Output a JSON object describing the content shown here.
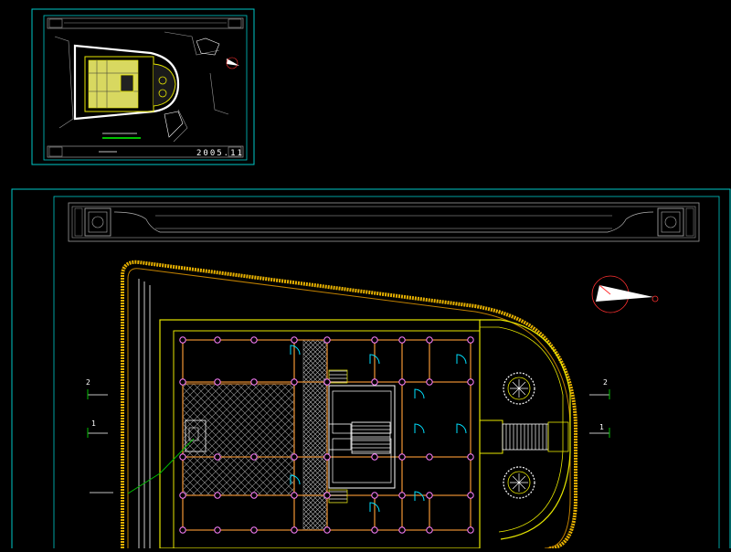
{
  "thumbnail": {
    "date_text": "2005.11",
    "caption_green": "",
    "caption_left": ""
  },
  "main": {
    "grid_markers": [
      {
        "label": "2",
        "side": "left"
      },
      {
        "label": "1",
        "side": "left"
      },
      {
        "label": "2",
        "side": "right"
      },
      {
        "label": "1",
        "side": "right"
      }
    ],
    "callout_text": ""
  },
  "colors": {
    "frame_cyan": "#00c8c8",
    "wall_yellow": "#e6e600",
    "column_orange": "#e08a30",
    "column_pink": "#ff80ff",
    "door_cyan": "#00e0ff",
    "white_line": "#ffffff",
    "grey_line": "#9a9a9a",
    "green_leader": "#00c000",
    "red_arrow": "#ff3030",
    "hatch": "#b8b8b8"
  }
}
